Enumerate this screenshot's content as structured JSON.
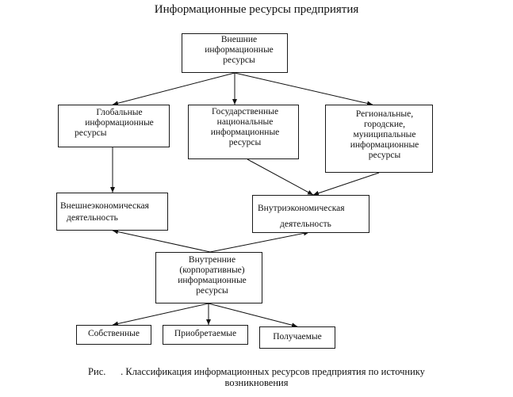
{
  "title": "Информационные ресурсы предприятия",
  "boxes": {
    "external": [
      "Внешние",
      "информационные",
      "ресурсы"
    ],
    "global": [
      "Глобальные",
      "информационные",
      "ресурсы"
    ],
    "state": [
      "Государственные",
      "национальные",
      "информационные",
      "ресурсы"
    ],
    "regional": [
      "Региональные,",
      "городские,",
      "муниципальные",
      "информационные",
      "ресурсы"
    ],
    "foreign_activity": [
      "Внешнеэкономическая",
      "деятельность"
    ],
    "domestic_activity": [
      "Внутриэкономическая",
      "деятельность"
    ],
    "internal": [
      "Внутренние",
      "(корпоративные)",
      "информационные",
      "ресурсы"
    ],
    "own": "Собственные",
    "acquired": "Приобретаемые",
    "received": "Получаемые"
  },
  "caption": {
    "line1": "Рис.      . Классификация информационных ресурсов предприятия по источнику",
    "line2": "возникновения"
  }
}
